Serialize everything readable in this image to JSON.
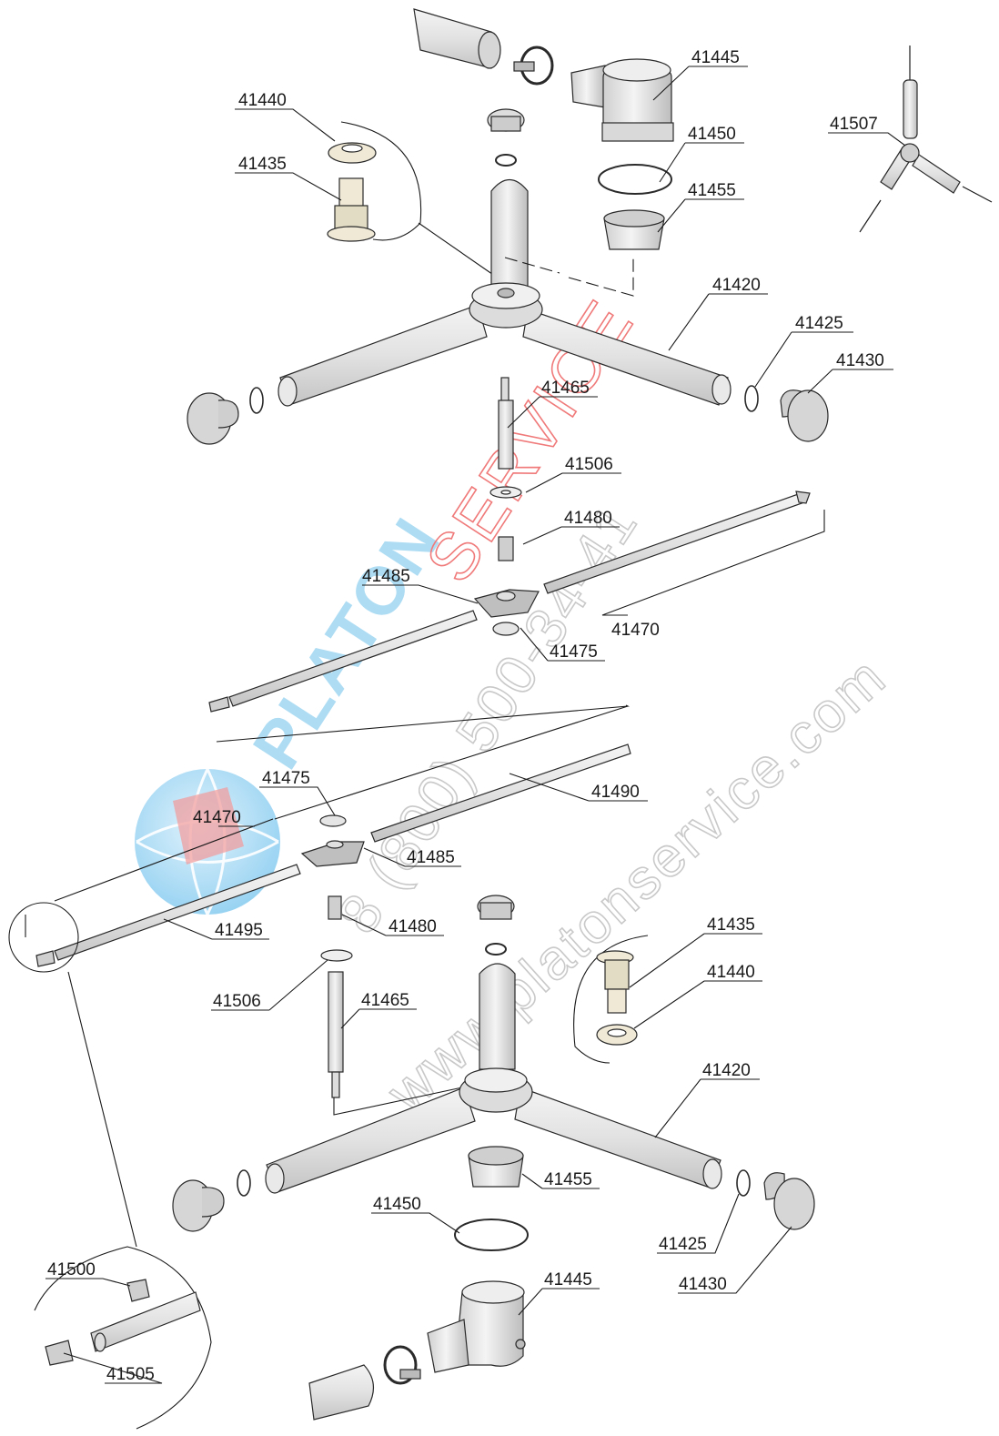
{
  "watermark": {
    "brand_blue": "PLATON",
    "brand_orange": "SERVICE",
    "phone": "8 (800) 500-34-41",
    "url": "www.platonservice.com",
    "colors": {
      "blue": "#9fd7f2",
      "orange": "#f07a7a",
      "gray": "#c9c9c9",
      "globe": "#7fc8ef"
    }
  },
  "labels": {
    "p41445_top": "41445",
    "p41440_top": "41440",
    "p41435_top": "41435",
    "p41450_top": "41450",
    "p41455_top": "41455",
    "p41507": "41507",
    "p41420_top": "41420",
    "p41425_top": "41425",
    "p41430_top": "41430",
    "p41465_top": "41465",
    "p41506_top": "41506",
    "p41480_top": "41480",
    "p41485_top": "41485",
    "p41470_top": "41470",
    "p41475_top": "41475",
    "p41475_bot": "41475",
    "p41490": "41490",
    "p41470_bot": "41470",
    "p41485_bot": "41485",
    "p41495": "41495",
    "p41480_bot": "41480",
    "p41506_bot": "41506",
    "p41465_bot": "41465",
    "p41435_bot": "41435",
    "p41440_bot": "41440",
    "p41420_bot": "41420",
    "p41455_bot": "41455",
    "p41450_bot": "41450",
    "p41425_bot": "41425",
    "p41430_bot": "41430",
    "p41500": "41500",
    "p41445_bot": "41445",
    "p41505": "41505"
  }
}
